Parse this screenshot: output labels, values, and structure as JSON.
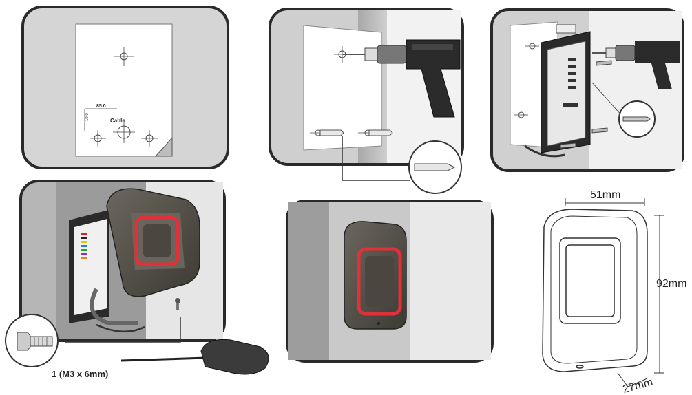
{
  "panels": {
    "template": {
      "dimension_label": "85.0",
      "side_label": "19.0",
      "cable_label": "Cable"
    },
    "dimensions": {
      "width": "51mm",
      "height": "92mm",
      "depth": "27mm"
    },
    "screw_label": "1 (M3 x 6mm)"
  },
  "colors": {
    "panel_bg": "#d6d6d6",
    "panel_border": "#2a2a2a",
    "wall_dark": "#9a9a9a",
    "reader_body": "#55524a",
    "reader_led": "#e0303a",
    "drill_body": "#2b2b2b"
  }
}
